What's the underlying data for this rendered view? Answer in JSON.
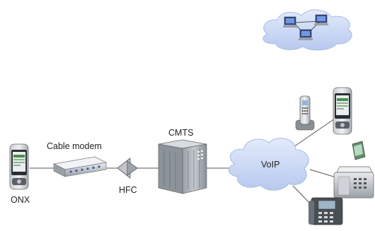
{
  "labels": {
    "onx": "ONX",
    "cable_modem": "Cable modem",
    "hfc": "HFC",
    "cmts": "CMTS",
    "voip": "VoIP"
  },
  "icons": {
    "onx_device": "handheld-tester-icon",
    "cable_modem": "cable-modem-icon",
    "hfc_amplifier": "amplifier-icon",
    "cmts": "cmts-chassis-icon",
    "voip_cloud": "cloud-icon",
    "network_cloud": "network-cloud-icon",
    "cordless_phone": "cordless-phone-icon",
    "handheld_tester_right": "handheld-tester-icon",
    "pda": "pda-icon",
    "fax": "fax-machine-icon",
    "desk_phone": "desk-phone-icon"
  },
  "colors": {
    "cloud_fill": "#c7d6f2",
    "cloud_stroke": "#9fb3df",
    "device_gray": "#8a8f96",
    "device_dark": "#3a3f45",
    "screen_green": "#3a8f3a"
  }
}
